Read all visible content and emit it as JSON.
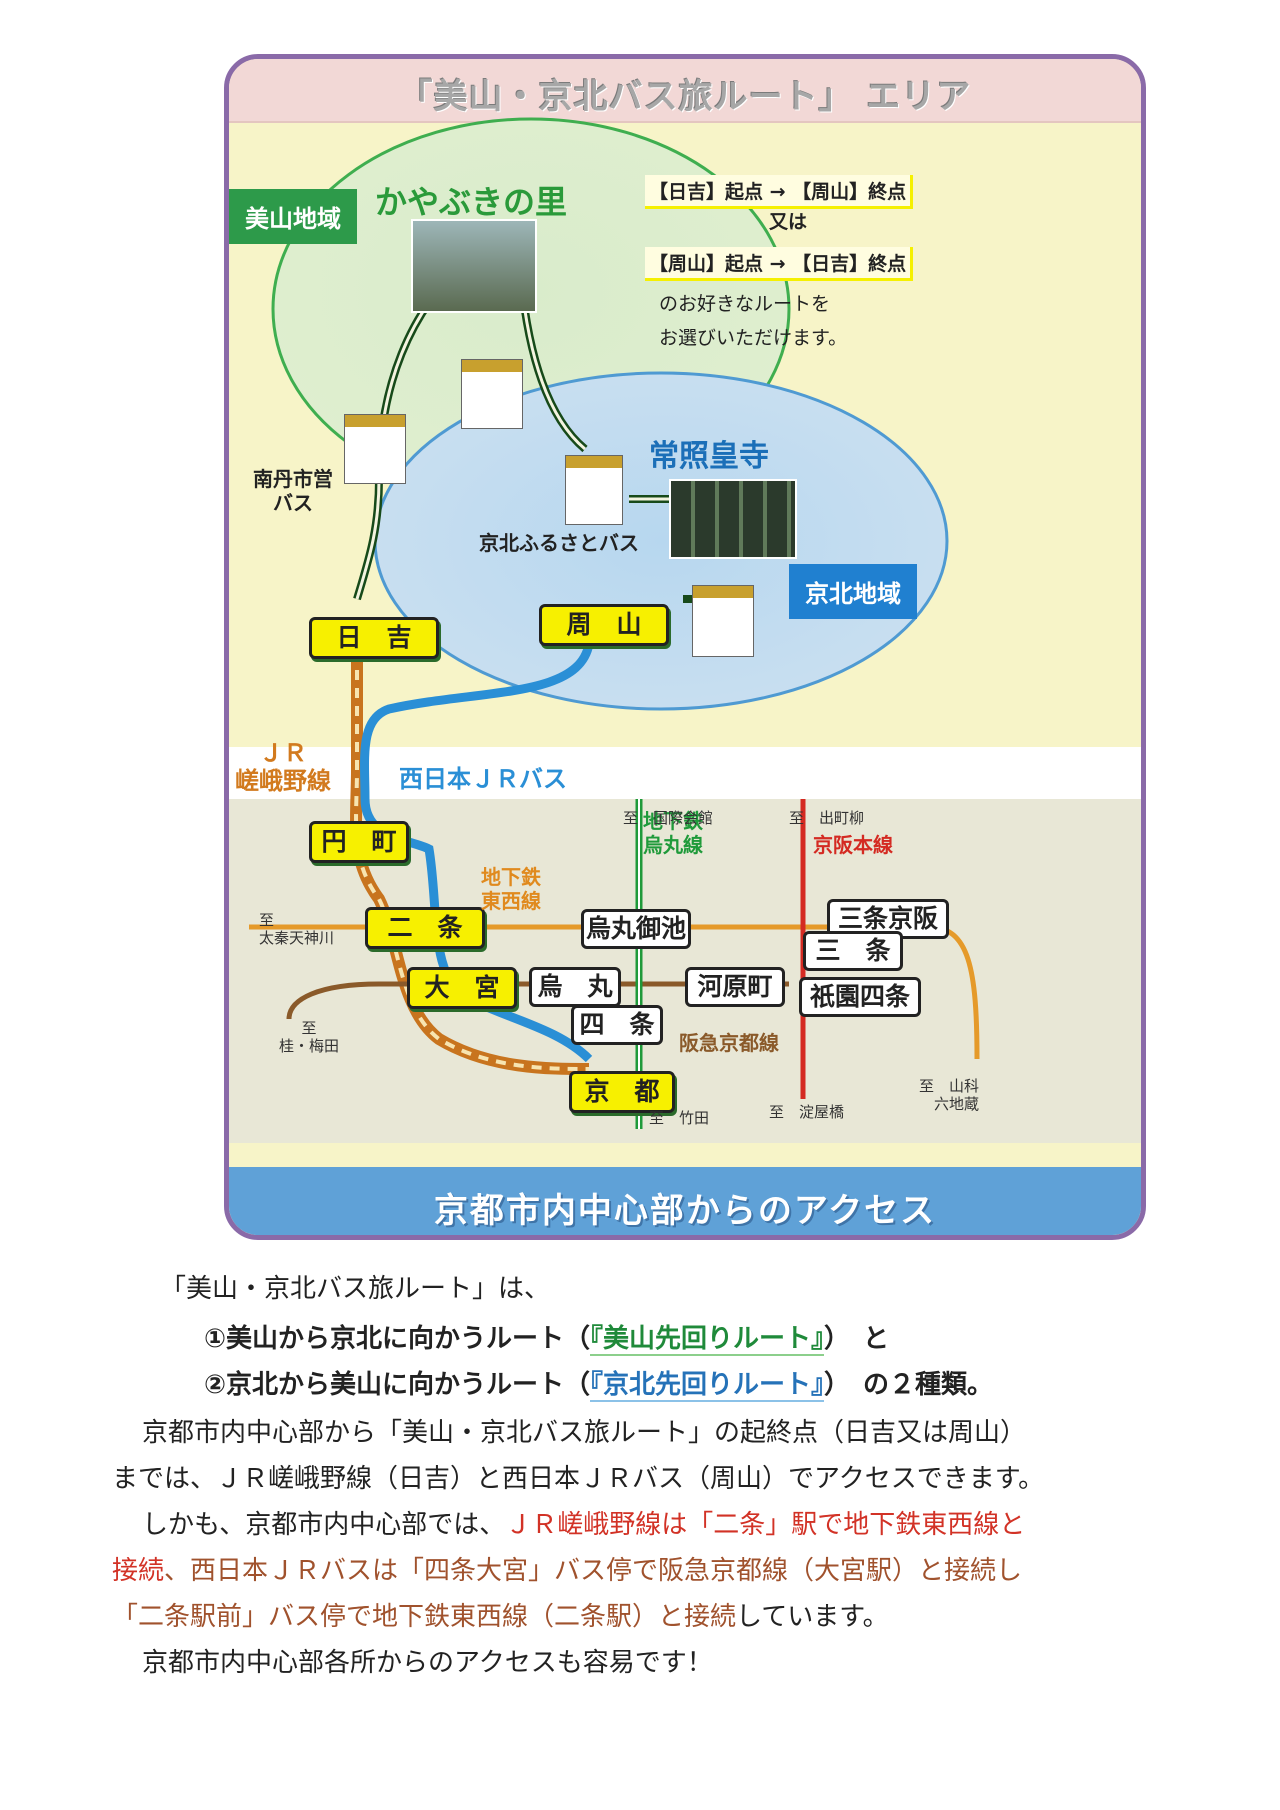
{
  "map": {
    "title": "「美山・京北バス旅ルート」 エリア",
    "access_title": "京都市内中心部からのアクセス",
    "areas": {
      "kayabuki": "かやぶきの里",
      "miyama": "美山地域",
      "jyosho": "常照皇寺",
      "keihoku": "京北地域"
    },
    "route_info": {
      "line1": "【日吉】起点 → 【周山】終点",
      "line2": "又は",
      "line3": "【周山】起点 → 【日吉】終点",
      "line4": "のお好きなルートを",
      "line5": "お選びいただけます。"
    },
    "bus_lines": {
      "nantan": "南丹市営\nバス",
      "furusato": "京北ふるさとバス",
      "nishinihon": "西日本ＪＲバス",
      "jr_sagano": "ＪＲ\n嵯峨野線"
    },
    "stations": {
      "hiyoshi": "日　吉",
      "shuzan": "周　山",
      "enmachi": "円　町",
      "nijo": "二　条",
      "omiya": "大　宮",
      "kyoto": "京　都",
      "karasuma_oike": "烏丸御池",
      "karasuma": "烏　丸",
      "shijo": "四　条",
      "kawaramachi": "河原町",
      "sanjo_keihan": "三条京阪",
      "sanjo": "三　条",
      "gion_shijo": "祇園四条"
    },
    "lines": {
      "tozai": "地下鉄\n東西線",
      "karasuma": "地下鉄\n烏丸線",
      "keihan": "京阪本線",
      "hankyu": "阪急京都線"
    },
    "destinations": {
      "kokusai": "至　国際会館",
      "demachi": "至　出町柳",
      "uzumasa": "至\n太秦天神川",
      "katsura": "至\n桂・梅田",
      "takeda": "至　竹田",
      "yodoyabashi": "至　淀屋橋",
      "yamashina": "至　山科\n六地蔵"
    },
    "colors": {
      "jr_line": "#e0902a",
      "bus_blue": "#2a8fd6",
      "tozai": "#e59a2a",
      "karasuma": "#1f9a3a",
      "keihan": "#d42a22",
      "hankyu": "#8a5a2a",
      "miyama_box": "#2d9a4a",
      "keihoku_box": "#2080d0"
    }
  },
  "text": {
    "p1": "「美山・京北バス旅ルート」は、",
    "p2_a": "①美山から京北に向かうルート（",
    "p2_b": "『美山先回りルート』",
    "p2_c": "）　と",
    "p3_a": "②京北から美山に向かうルート（",
    "p3_b": "『京北先回りルート』",
    "p3_c": "）　の２種類。",
    "p4": "京都市内中心部から「美山・京北バス旅ルート」の起終点（日吉又は周山）",
    "p5": "までは、ＪＲ嵯峨野線（日吉）と西日本ＪＲバス（周山）でアクセスできます。",
    "p6_a": "しかも、京都市内中心部では、",
    "p6_b": "ＪＲ嵯峨野線は「二条」駅で地下鉄東西線と",
    "p7_a": "接続",
    "p7_b": "、西日本ＪＲバスは「四条大宮」バス停で阪急京都線（大宮駅）と接続し",
    "p8_a": "「二条駅前」バス停で地下鉄東西線（二条駅）と接続",
    "p8_b": "しています。",
    "p9": "京都市内中心部各所からのアクセスも容易です！"
  }
}
